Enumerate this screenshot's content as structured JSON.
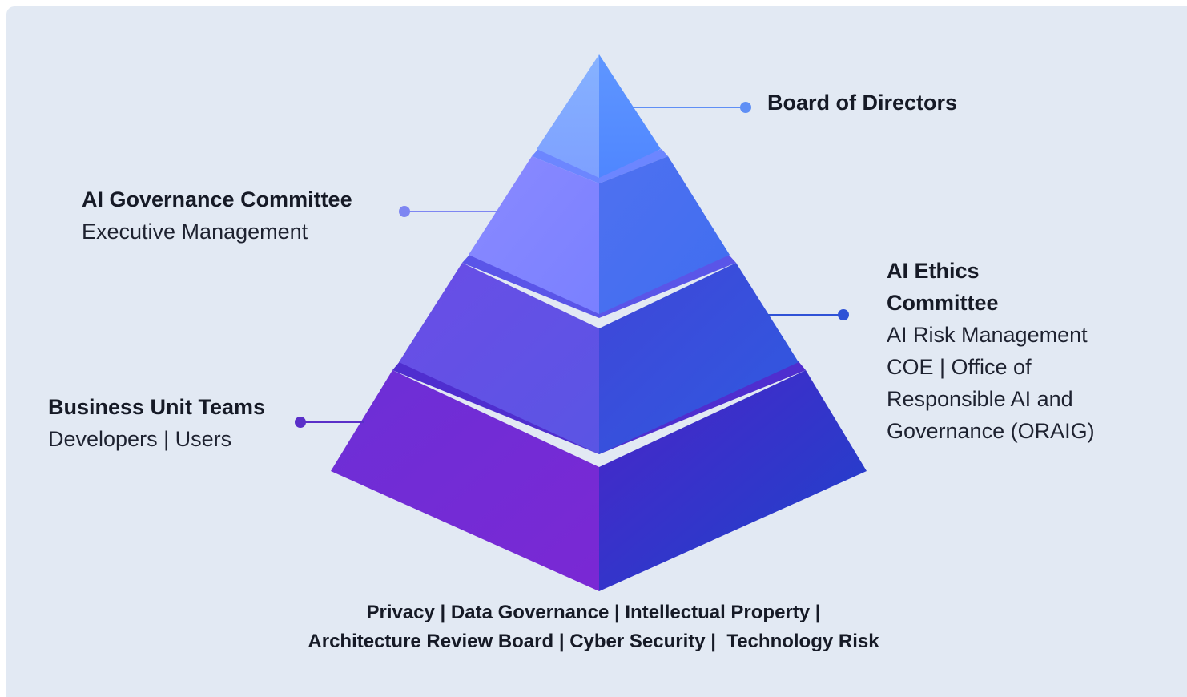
{
  "tiers": [
    {
      "title": "Board of Directors",
      "subtitle": ""
    },
    {
      "title": "AI Governance Committee",
      "subtitle": "Executive Management"
    },
    {
      "title": "AI Ethics Committee",
      "subtitle": "AI Risk Management COE | Office of Responsible AI and Governance (ORAIG)"
    },
    {
      "title": "Business Unit Teams",
      "subtitle": "Developers | Users"
    }
  ],
  "footer": {
    "line1": "Privacy | Data Governance | Intellectual Property |",
    "line2": "Architecture Review Board | Cyber Security |  Technology Risk"
  },
  "colors": {
    "background": "#e2e9f3",
    "tier1": "#7fa6ff",
    "tier2": "#6b83ff",
    "tier3": "#4f4fe0",
    "tier4": "#6a2ad6",
    "connector_board": "#5f8ff5",
    "connector_governance": "#7e86f2",
    "connector_ethics": "#2f52d6",
    "connector_business": "#5a2fc8"
  }
}
